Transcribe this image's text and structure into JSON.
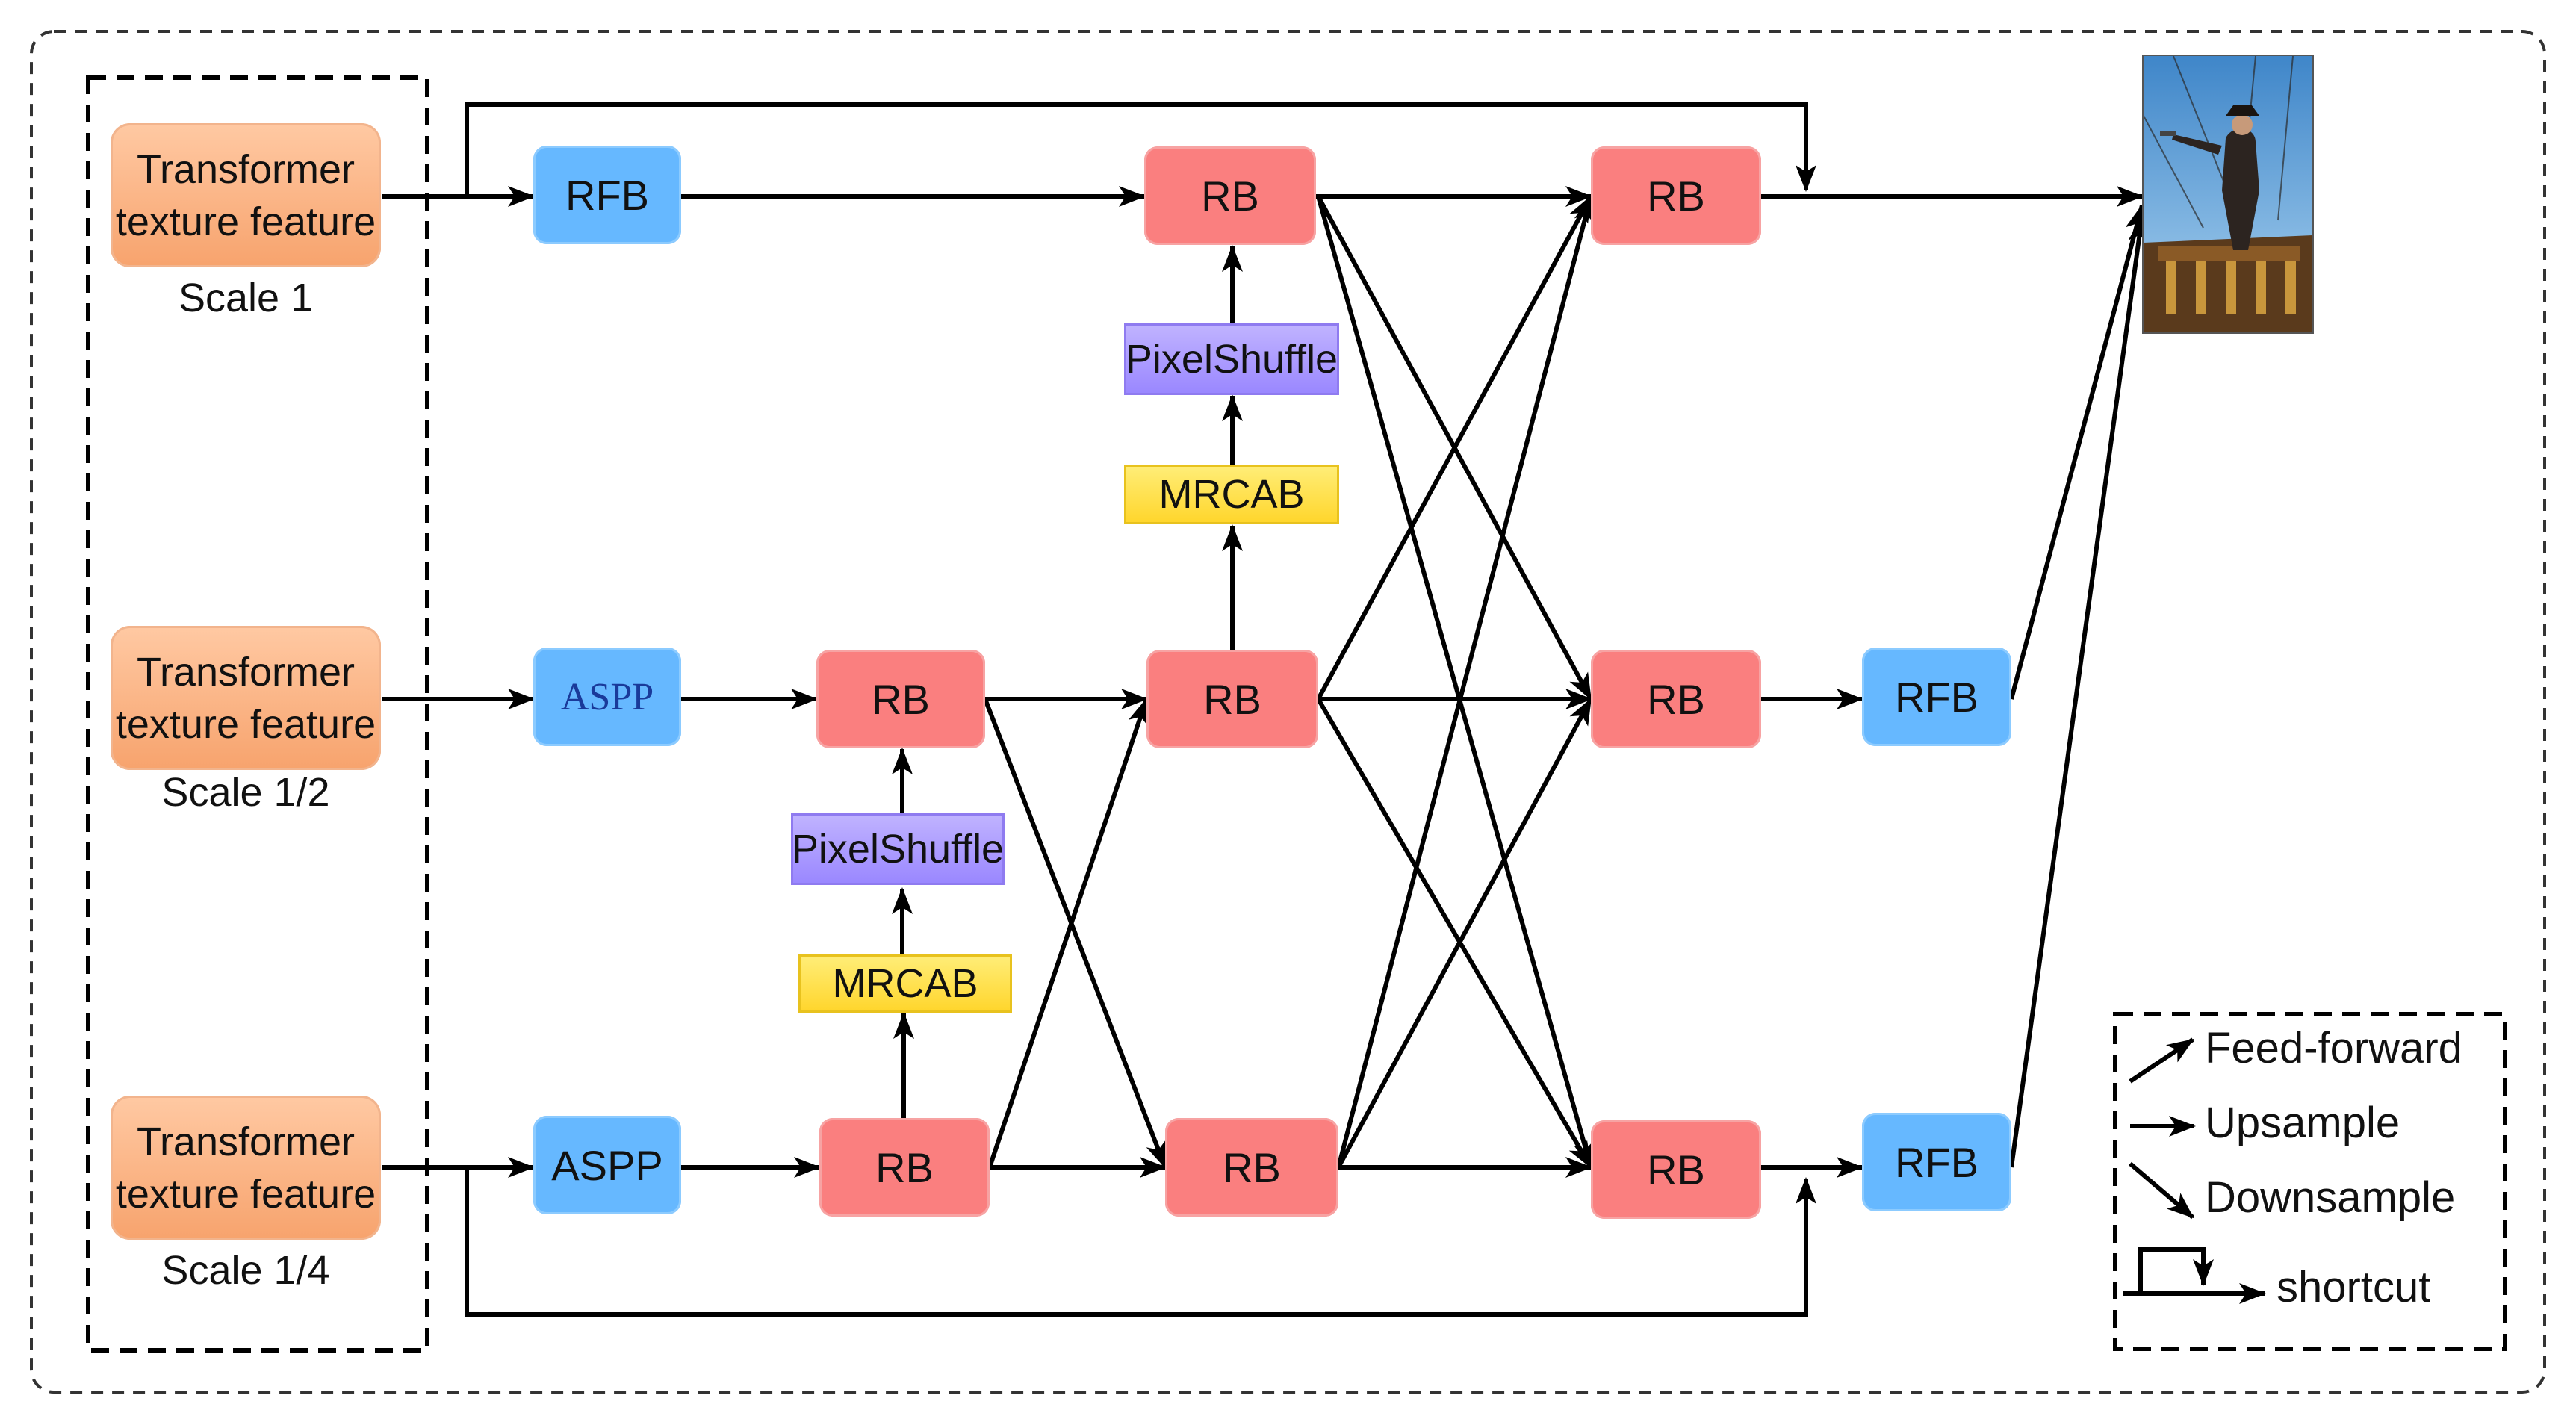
{
  "inputs": [
    {
      "line1": "Transformer",
      "line2": "texture feature",
      "scale": "Scale 1"
    },
    {
      "line1": "Transformer",
      "line2": "texture feature",
      "scale": "Scale 1/2"
    },
    {
      "line1": "Transformer",
      "line2": "texture feature",
      "scale": "Scale 1/4"
    }
  ],
  "blocks": {
    "rfb_top": "RFB",
    "aspp_mid": "ASPP",
    "aspp_bot": "ASPP",
    "rb_c2_mid": "RB",
    "rb_c2_bot": "RB",
    "pixelshuffle_c2": "PixelShuffle",
    "mrcab_c2": "MRCAB",
    "rb_c3_top": "RB",
    "rb_c3_mid": "RB",
    "rb_c3_bot": "RB",
    "pixelshuffle_c3": "PixelShuffle",
    "mrcab_c3": "MRCAB",
    "rb_c4_top": "RB",
    "rb_c4_mid": "RB",
    "rb_c4_bot": "RB",
    "rfb_out_mid": "RFB",
    "rfb_out_bot": "RFB"
  },
  "legend": {
    "feed_forward": "Feed-forward",
    "upsample": "Upsample",
    "downsample": "Downsample",
    "shortcut": "shortcut"
  },
  "colors": {
    "rfb": "#66b8ff",
    "rb": "#fa7f7f",
    "pixelshuffle": "#a896ff",
    "mrcab": "#ffdf4a",
    "transformer": "#f7a36d"
  },
  "output_image": "pirate-photo"
}
